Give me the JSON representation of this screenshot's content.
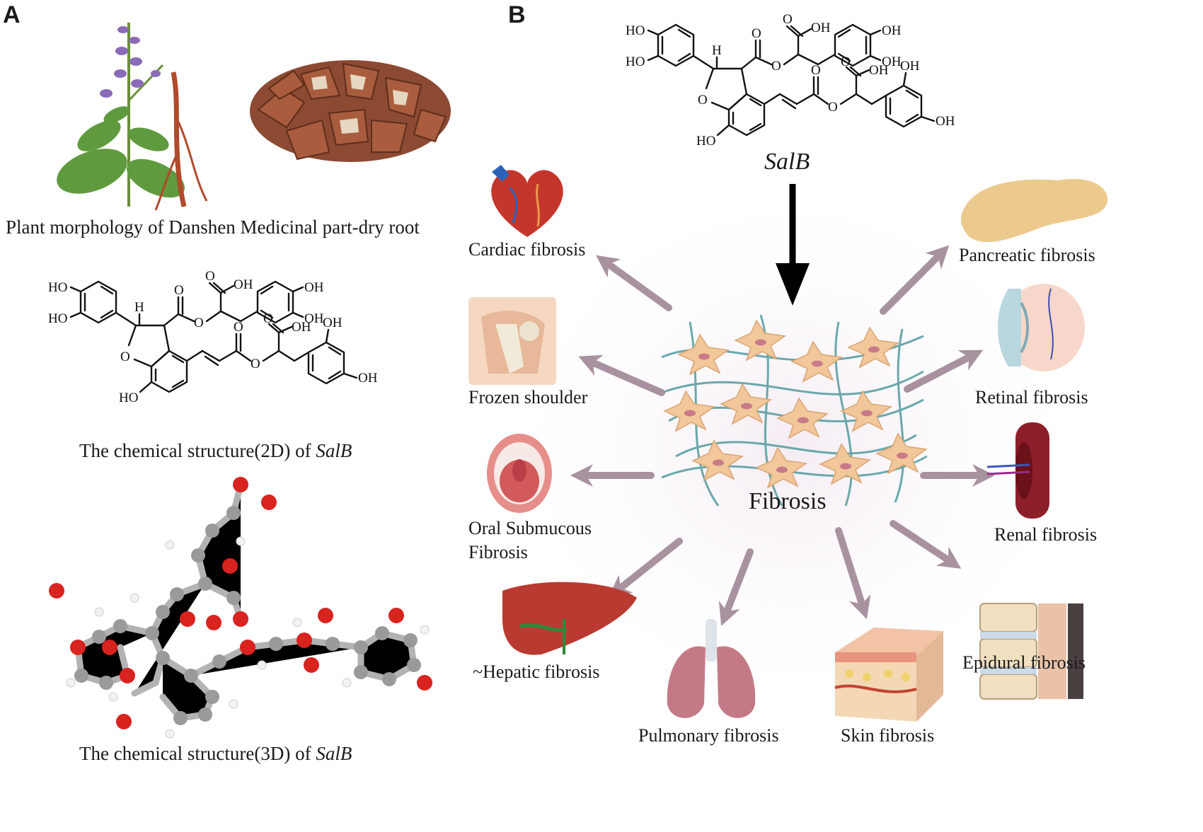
{
  "panels": {
    "a": "A",
    "b": "B"
  },
  "panel_a": {
    "caption_plant": "Plant morphology of Danshen Medicinal part-dry root",
    "caption_2d_prefix": "The chemical structure(2D) of ",
    "caption_3d_prefix": "The chemical structure(3D) of ",
    "compound": "SalB"
  },
  "chem_labels": {
    "ho": "HO",
    "oh": "OH",
    "h": "H",
    "o": "O"
  },
  "panel_b": {
    "compound": "SalB",
    "center": "Fibrosis",
    "outcomes": {
      "cardiac": "Cardiac fibrosis",
      "frozen_shoulder": "Frozen shoulder",
      "oral_line1": "Oral Submucous",
      "oral_line2": "Fibrosis",
      "hepatic": "~Hepatic fibrosis",
      "pulmonary": "Pulmonary fibrosis",
      "skin": "Skin fibrosis",
      "epidural": "Epidural fibrosis",
      "renal": "Renal fibrosis",
      "retinal": "Retinal fibrosis",
      "pancreatic": "Pancreatic fibrosis"
    }
  },
  "colors": {
    "arrow": "#a8929f",
    "cell": "#f2c89a",
    "fiber": "#5aa0a3",
    "atom_c": "#9a9a9a",
    "atom_o": "#d8231f"
  }
}
